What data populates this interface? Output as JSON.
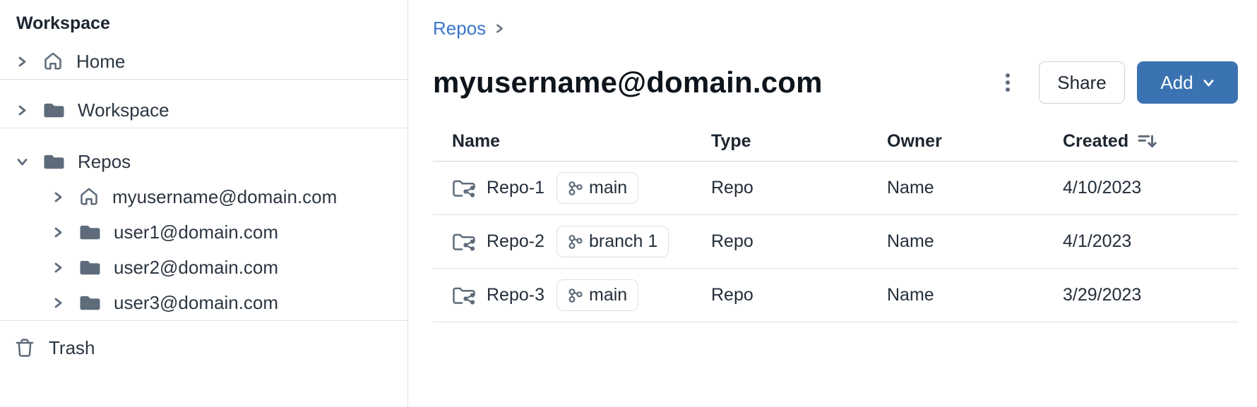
{
  "colors": {
    "accent_blue": "#3b73b2",
    "link_blue": "#3a76cc",
    "icon_slate": "#5e6b7a",
    "text_dark": "#1c2530",
    "divider": "#dde3ea"
  },
  "icons": [
    "chevron-right-icon",
    "chevron-down-icon",
    "home-icon",
    "folder-icon",
    "repo-icon",
    "git-branch-icon",
    "trash-icon",
    "kebab-icon",
    "sort-descending-icon"
  ],
  "sidebar": {
    "header": "Workspace",
    "items": [
      {
        "label": "Home",
        "icon": "home-icon",
        "expanded": false,
        "level": 0
      },
      {
        "label": "Workspace",
        "icon": "folder-icon",
        "expanded": false,
        "level": 0
      },
      {
        "label": "Repos",
        "icon": "folder-icon",
        "expanded": true,
        "level": 0
      },
      {
        "label": "myusername@domain.com",
        "icon": "home-icon",
        "expanded": false,
        "level": 1
      },
      {
        "label": "user1@domain.com",
        "icon": "folder-icon",
        "expanded": false,
        "level": 1
      },
      {
        "label": "user2@domain.com",
        "icon": "folder-icon",
        "expanded": false,
        "level": 1
      },
      {
        "label": "user3@domain.com",
        "icon": "folder-icon",
        "expanded": false,
        "level": 1
      }
    ],
    "trash_label": "Trash"
  },
  "main": {
    "breadcrumb_label": "Repos",
    "title": "myusername@domain.com",
    "actions": {
      "share_label": "Share",
      "add_label": "Add"
    }
  },
  "table": {
    "columns": [
      "Name",
      "Type",
      "Owner",
      "Created"
    ],
    "sorted_by": "Created",
    "rows": [
      {
        "name": "Repo-1",
        "branch": "main",
        "type": "Repo",
        "owner": "Name",
        "created": "4/10/2023"
      },
      {
        "name": "Repo-2",
        "branch": "branch 1",
        "type": "Repo",
        "owner": "Name",
        "created": "4/1/2023"
      },
      {
        "name": "Repo-3",
        "branch": "main",
        "type": "Repo",
        "owner": "Name",
        "created": "3/29/2023"
      }
    ]
  }
}
